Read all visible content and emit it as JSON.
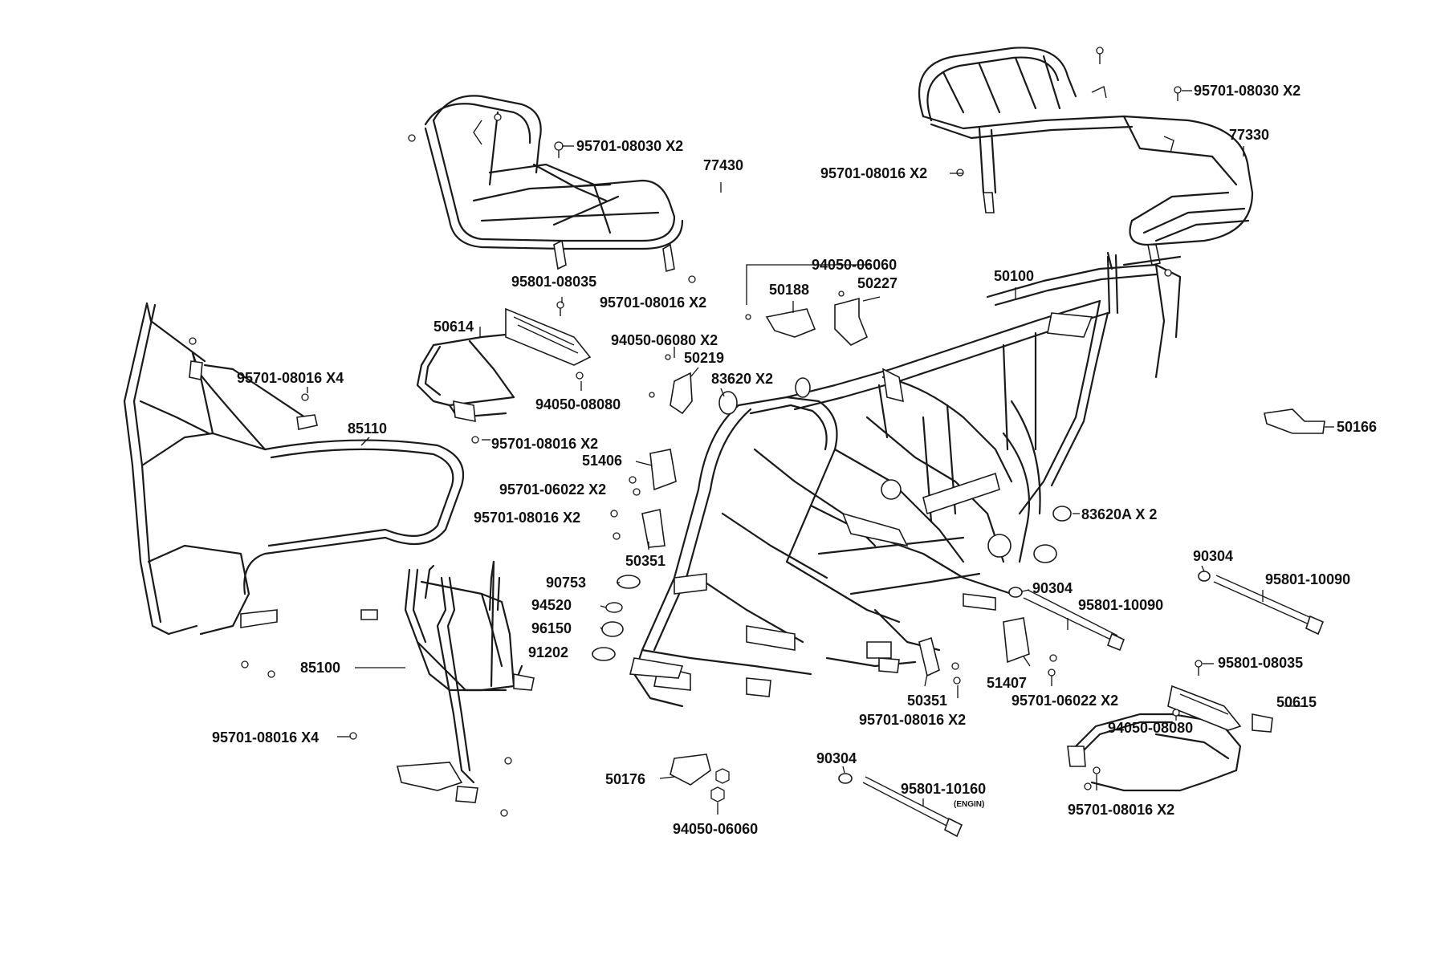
{
  "diagram": {
    "labels": [
      {
        "id": "l01",
        "text": "95701-08030 X2"
      },
      {
        "id": "l02",
        "text": "77430"
      },
      {
        "id": "l03",
        "text": "95701-08030 X2"
      },
      {
        "id": "l04",
        "text": "77330"
      },
      {
        "id": "l05",
        "text": "95701-08016 X2"
      },
      {
        "id": "l06",
        "text": "94050-06060"
      },
      {
        "id": "l07",
        "text": "50188"
      },
      {
        "id": "l08",
        "text": "50227"
      },
      {
        "id": "l09",
        "text": "50100"
      },
      {
        "id": "l10",
        "text": "95801-08035"
      },
      {
        "id": "l11",
        "text": "95701-08016 X2"
      },
      {
        "id": "l12",
        "text": "50614"
      },
      {
        "id": "l13",
        "text": "94050-06080 X2"
      },
      {
        "id": "l14",
        "text": "50219"
      },
      {
        "id": "l15",
        "text": "83620 X2"
      },
      {
        "id": "l16",
        "text": "95701-08016 X4"
      },
      {
        "id": "l17",
        "text": "94050-08080"
      },
      {
        "id": "l18",
        "text": "85110"
      },
      {
        "id": "l19",
        "text": "95701-08016 X2"
      },
      {
        "id": "l20",
        "text": "51406"
      },
      {
        "id": "l21",
        "text": "95701-06022 X2"
      },
      {
        "id": "l22",
        "text": "95701-08016 X2"
      },
      {
        "id": "l23",
        "text": "50166"
      },
      {
        "id": "l24",
        "text": "83620A X 2"
      },
      {
        "id": "l25",
        "text": "50351"
      },
      {
        "id": "l26",
        "text": "90304"
      },
      {
        "id": "l27",
        "text": "90753"
      },
      {
        "id": "l28",
        "text": "90304"
      },
      {
        "id": "l29",
        "text": "95801-10090"
      },
      {
        "id": "l30",
        "text": "95801-10090"
      },
      {
        "id": "l31",
        "text": "94520"
      },
      {
        "id": "l32",
        "text": "96150"
      },
      {
        "id": "l33",
        "text": "91202"
      },
      {
        "id": "l34",
        "text": "85100"
      },
      {
        "id": "l35",
        "text": "95801-08035"
      },
      {
        "id": "l36",
        "text": "51407"
      },
      {
        "id": "l37",
        "text": "50351"
      },
      {
        "id": "l38",
        "text": "95701-06022 X2"
      },
      {
        "id": "l39",
        "text": "50615"
      },
      {
        "id": "l40",
        "text": "95701-08016 X2"
      },
      {
        "id": "l41",
        "text": "94050-08080"
      },
      {
        "id": "l42",
        "text": "95701-08016 X4"
      },
      {
        "id": "l43",
        "text": "90304"
      },
      {
        "id": "l44",
        "text": "50176"
      },
      {
        "id": "l45",
        "text": "95801-10160"
      },
      {
        "id": "l46",
        "text": "(ENGIN)"
      },
      {
        "id": "l47",
        "text": "95701-08016 X2"
      },
      {
        "id": "l48",
        "text": "94050-06060"
      }
    ]
  }
}
